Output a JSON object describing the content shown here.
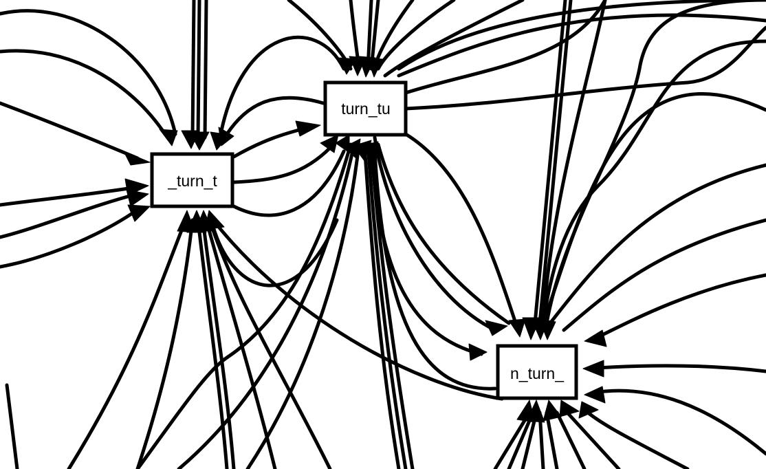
{
  "diagram": {
    "nodes": [
      {
        "id": "turn_t",
        "label": "_turn_t"
      },
      {
        "id": "turn_tu",
        "label": "turn_tu"
      },
      {
        "id": "n_turn",
        "label": "n_turn_"
      }
    ],
    "edges": [
      {
        "from": "turn_t",
        "to": "turn_tu"
      },
      {
        "from": "turn_tu",
        "to": "turn_t"
      },
      {
        "from": "turn_t",
        "to": "n_turn"
      },
      {
        "from": "turn_tu",
        "to": "n_turn"
      },
      {
        "from": "n_turn",
        "to": "turn_t"
      },
      {
        "from": "n_turn",
        "to": "turn_tu"
      }
    ],
    "stroke_color": "#000000",
    "background_color": "#ffffff"
  }
}
